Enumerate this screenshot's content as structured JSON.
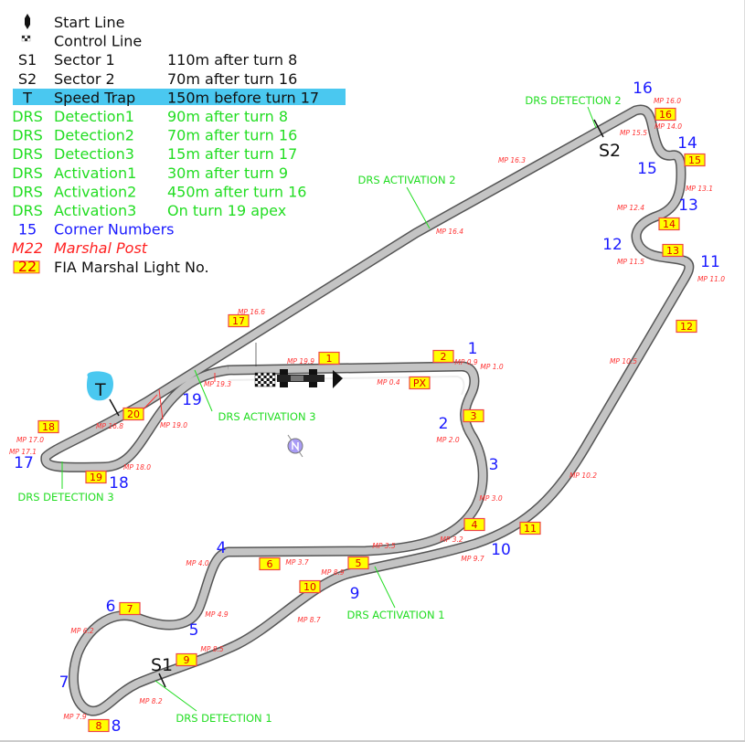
{
  "legend": [
    {
      "symbol": "start-line-icon",
      "label": "Start Line",
      "detail": ""
    },
    {
      "symbol": "checkered-flag-icon",
      "label": "Control Line",
      "detail": ""
    },
    {
      "key": "S1",
      "label": "Sector 1",
      "detail": "110m after turn  8"
    },
    {
      "key": "S2",
      "label": "Sector 2",
      "detail": "70m after turn 16"
    },
    {
      "key": "T",
      "label": "Speed Trap",
      "detail": "150m before turn 17",
      "highlight": "#4ac8f0"
    },
    {
      "key": "DRS",
      "label": "Detection1",
      "detail": "90m after turn 8"
    },
    {
      "key": "DRS",
      "label": "Detection2",
      "detail": "70m after turn 16"
    },
    {
      "key": "DRS",
      "label": "Detection3",
      "detail": "15m after turn 17"
    },
    {
      "key": "DRS",
      "label": "Activation1",
      "detail": "30m after turn 9"
    },
    {
      "key": "DRS",
      "label": "Activation2",
      "detail": "450m after turn 16"
    },
    {
      "key": "DRS",
      "label": "Activation3",
      "detail": "On turn 19 apex"
    },
    {
      "key": "15",
      "label": "Corner Numbers",
      "detail": ""
    },
    {
      "key": "M22",
      "label": "Marshal Post",
      "detail": ""
    },
    {
      "key": "22",
      "label": "FIA Marshal Light No.",
      "detail": ""
    }
  ],
  "colors": {
    "corner": "#1a1aff",
    "marshal_post": "#ff3333",
    "drs": "#22dd22",
    "speed_trap": "#4ac8f0",
    "light_box": "#ffff00",
    "track": "#bdbdbd"
  },
  "corners": [
    "1",
    "2",
    "3",
    "4",
    "5",
    "6",
    "7",
    "8",
    "9",
    "10",
    "11",
    "12",
    "13",
    "14",
    "15",
    "16",
    "17",
    "18",
    "19"
  ],
  "marshal_posts": [
    "MP 0.4",
    "MP 0.9",
    "MP 1.0",
    "MP 2.0",
    "MP 3.0",
    "MP 3.2",
    "MP 3.5",
    "MP 3.7",
    "MP 4.0",
    "MP 4.9",
    "MP 6.2",
    "MP 7.9",
    "MP 8.2",
    "MP 8.5",
    "MP 8.7",
    "MP 8.9",
    "MP 9.7",
    "MP 10.2",
    "MP 10.5",
    "MP 11.0",
    "MP 11.5",
    "MP 12.4",
    "MP 13.1",
    "MP 14.0",
    "MP 15.5",
    "MP 16.0",
    "MP 16.3",
    "MP 16.4",
    "MP 16.6",
    "MP 16.8",
    "MP 17.0",
    "MP 17.1",
    "MP 18.0",
    "MP 19.0",
    "MP 19.3",
    "MP 19.9"
  ],
  "lights": [
    "1",
    "2",
    "PX",
    "3",
    "4",
    "5",
    "6",
    "7",
    "8",
    "9",
    "10",
    "11",
    "12",
    "13",
    "14",
    "15",
    "16",
    "17",
    "18",
    "19",
    "20"
  ],
  "drs_zones": [
    "DRS DETECTION 2",
    "DRS ACTIVATION 2",
    "DRS ACTIVATION 3",
    "DRS DETECTION 3",
    "DRS ACTIVATION 1",
    "DRS DETECTION 1"
  ],
  "sectors": {
    "s1": "S1",
    "s2": "S2"
  },
  "speed_trap": "T"
}
